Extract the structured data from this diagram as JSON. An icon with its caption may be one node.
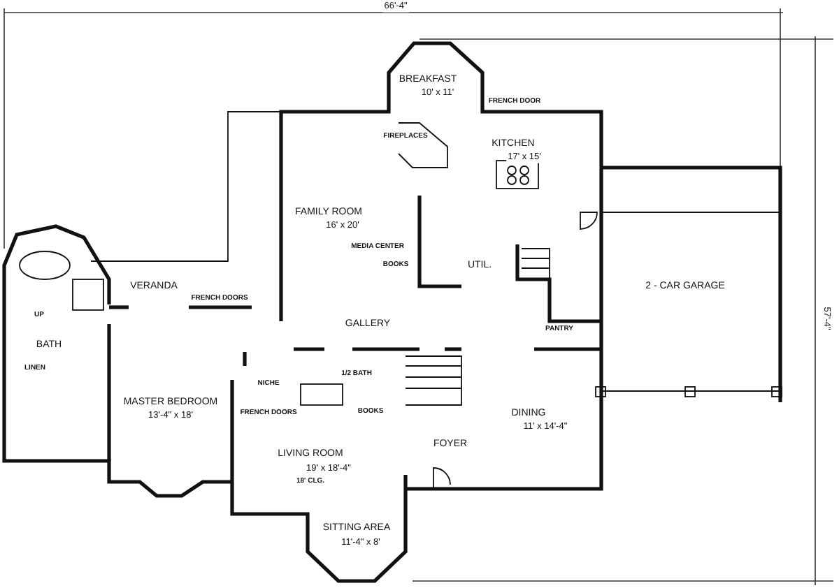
{
  "diagram": {
    "labels": [
      "66'-4\"",
      "BREAKFAST",
      "10' x 11'",
      "FRENCH DOOR",
      "FIREPLACES",
      "KITCHEN",
      "17' x 15'",
      "FAMILY ROOM",
      "16' x 20'",
      "MEDIA CENTER",
      "BOOKS",
      "UTIL.",
      "2 - CAR GARAGE",
      "57'-4\"",
      "VERANDA",
      "FRENCH DOORS",
      "GALLERY",
      "PANTRY",
      "UP",
      "BATH",
      "LINEN",
      "1/2 BATH",
      "NICHE",
      "FRENCH DOORS",
      "BOOKS",
      "MASTER BEDROOM",
      "13'-4\" x 18'",
      "DINING",
      "11' x 14'-4\"",
      "LIVING ROOM",
      "19' x 18'-4\"",
      "18' CLG.",
      "FOYER",
      "SITTING AREA",
      "11'-4\" x 8'"
    ]
  }
}
